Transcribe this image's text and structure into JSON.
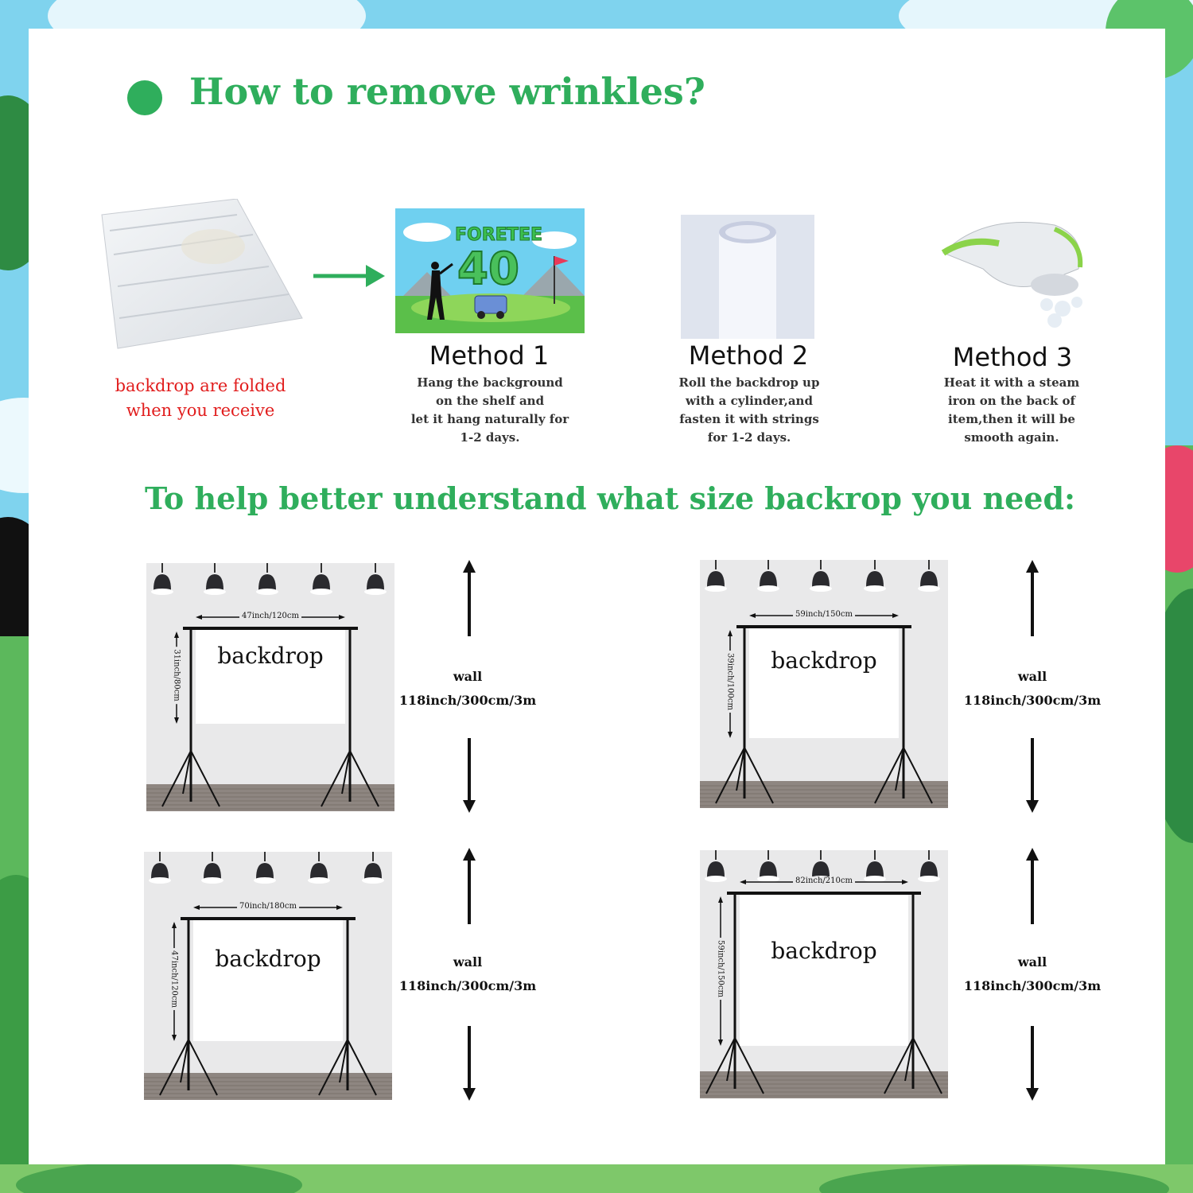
{
  "title": "How to remove wrinkles?",
  "folded": {
    "caption_line1": "backdrop are folded",
    "caption_line2": "when you receive"
  },
  "preview": {
    "line1": "FORE",
    "line2": "TEE",
    "number": "40"
  },
  "methods": [
    {
      "heading": "Method 1",
      "lines": [
        "Hang the background",
        "on the shelf and",
        "let it hang naturally for",
        "1-2 days."
      ]
    },
    {
      "heading": "Method 2",
      "lines": [
        "Roll the backdrop up",
        "with a cylinder,and",
        "fasten it with strings",
        "for 1-2 days."
      ]
    },
    {
      "heading": "Method 3",
      "lines": [
        "Heat it with a steam",
        "iron on the back of",
        "item,then it will be",
        "smooth again."
      ]
    }
  ],
  "subtitle": "To help better understand what size backrop you need:",
  "sizes": [
    {
      "label": "backdrop",
      "width": "47inch/120cm",
      "height": "31inch/80cm",
      "wall_label": "wall",
      "wall_size": "118inch/300cm/3m"
    },
    {
      "label": "backdrop",
      "width": "59inch/150cm",
      "height": "39inch/100cm",
      "wall_label": "wall",
      "wall_size": "118inch/300cm/3m"
    },
    {
      "label": "backdrop",
      "width": "70inch/180cm",
      "height": "47inch/120cm",
      "wall_label": "wall",
      "wall_size": "118inch/300cm/3m"
    },
    {
      "label": "backdrop",
      "width": "82inch/210cm",
      "height": "59inch/150cm",
      "wall_label": "wall",
      "wall_size": "118inch/300cm/3m"
    }
  ],
  "colors": {
    "accent_green": "#2fae5c",
    "caption_red": "#e11d1d",
    "sky": "#7fd3ee",
    "grass": "#5cb85c"
  }
}
